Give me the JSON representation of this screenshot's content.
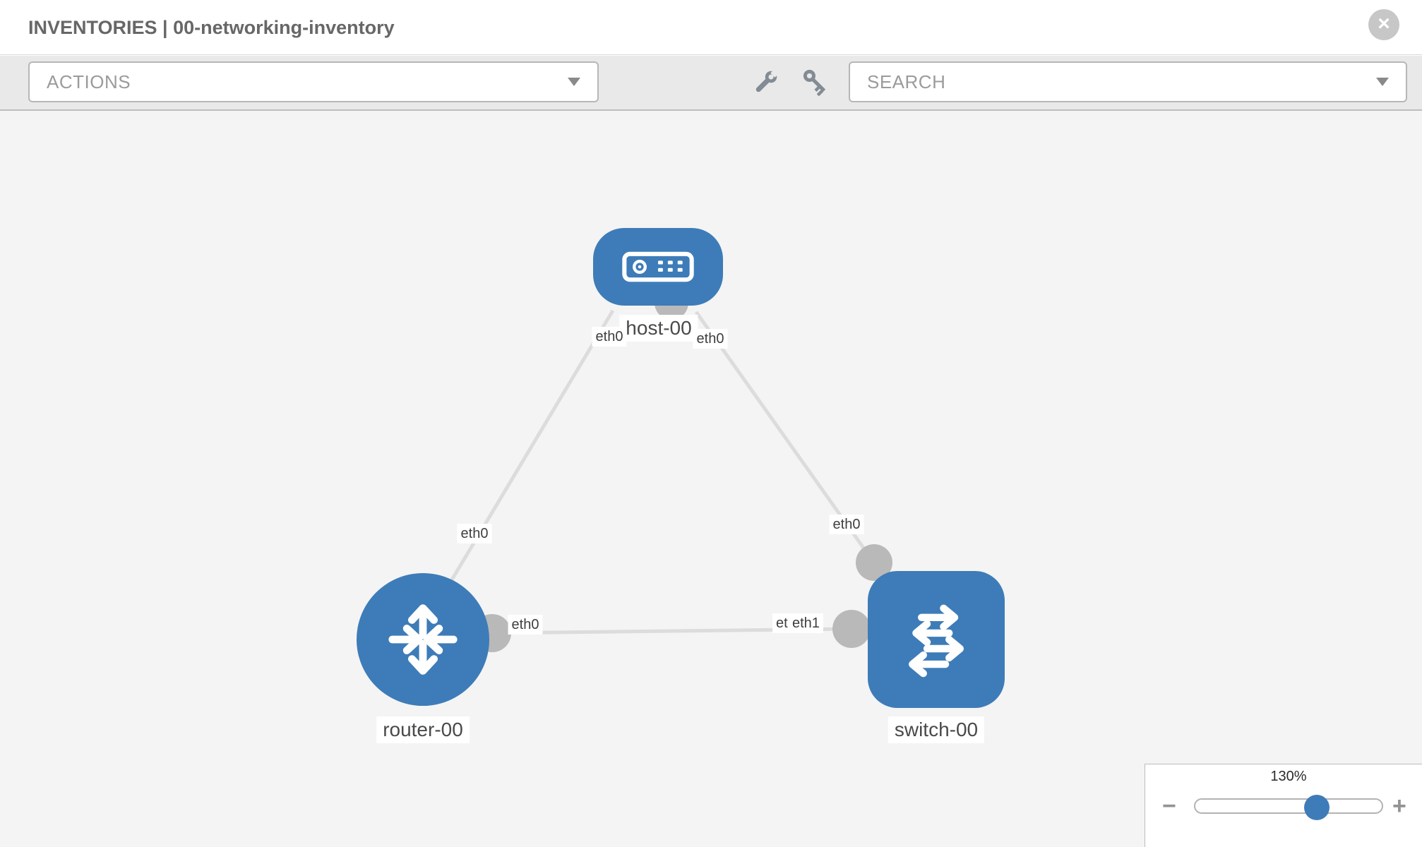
{
  "header": {
    "title": "INVENTORIES | 00-networking-inventory",
    "close_label": "×"
  },
  "toolbar": {
    "actions_label": "ACTIONS",
    "search_label": "SEARCH",
    "icons": {
      "wrench": "wrench-icon",
      "key": "key-icon"
    }
  },
  "topology": {
    "nodes": {
      "host": {
        "label": "host-00",
        "type": "host"
      },
      "router": {
        "label": "router-00",
        "type": "router"
      },
      "switch": {
        "label": "switch-00",
        "type": "switch"
      }
    },
    "links": {
      "host_router": {
        "host_if": "eth0",
        "router_if": "eth0"
      },
      "host_switch": {
        "host_if": "eth0",
        "switch_if": "eth0"
      },
      "router_switch": {
        "router_if": "eth0",
        "switch_if_back": "eth0",
        "switch_if_front": "eth1"
      }
    }
  },
  "zoom_control": {
    "level": "130%",
    "minus": "−",
    "plus": "+"
  },
  "colors": {
    "node_blue": "#3d7cb8",
    "edge_gray": "#dcdcdc",
    "port_gray": "#b9b9b9",
    "toolbar_bg": "#e9e9e9",
    "canvas_bg": "#f4f4f4"
  }
}
